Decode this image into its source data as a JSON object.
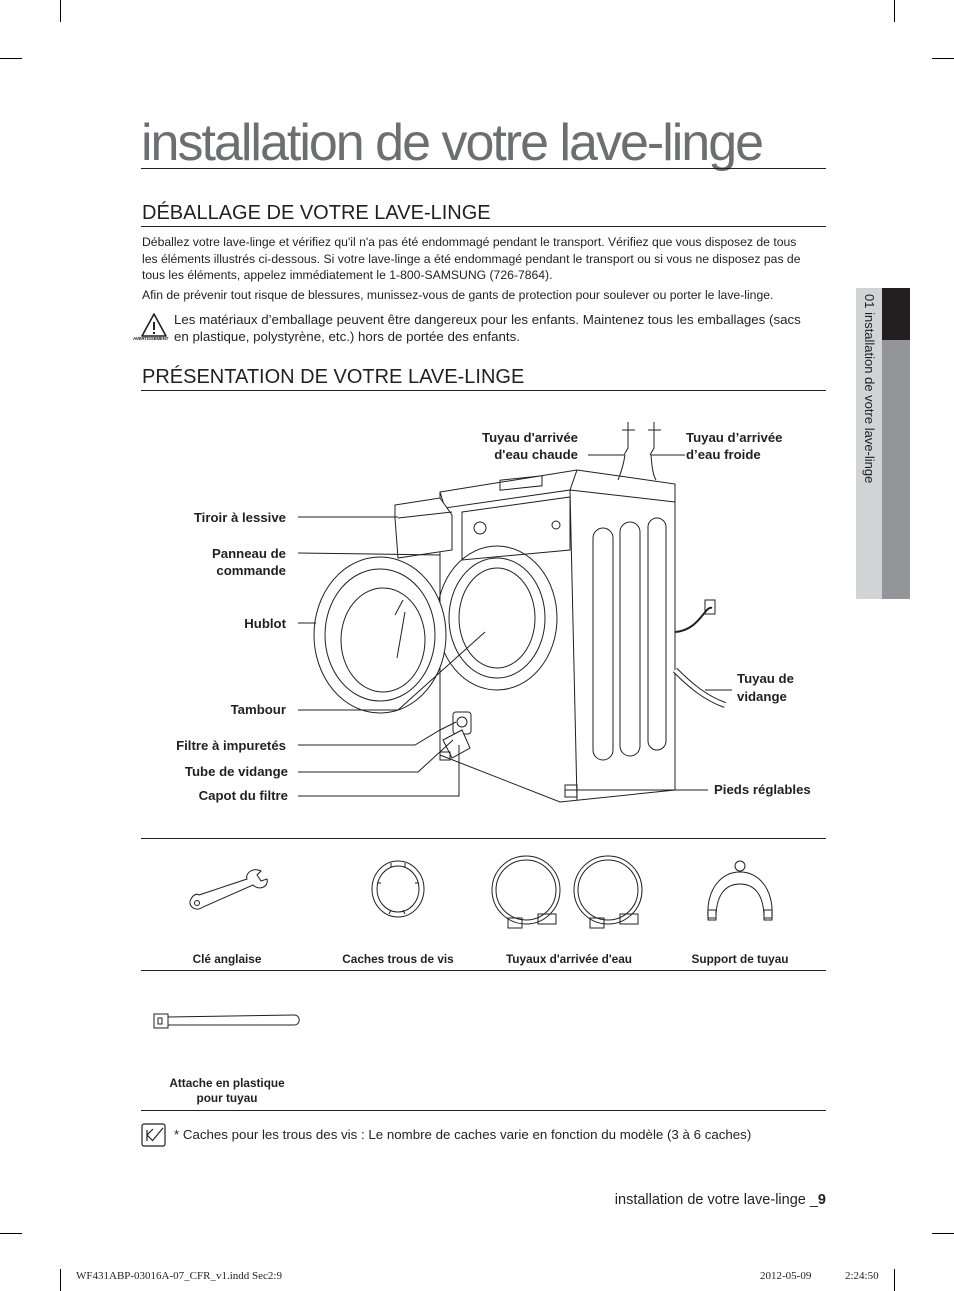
{
  "page_title": "installation de votre lave-linge",
  "side_tab": "01 installation de votre lave-linge",
  "section1": {
    "heading": "DÉBALLAGE DE VOTRE LAVE-LINGE",
    "para1": "Déballez votre lave-linge et vérifiez qu'il n'a pas été endommagé pendant le transport. Vérifiez que vous disposez de tous les éléments illustrés ci-dessous. Si votre lave-linge a été endommagé pendant le transport ou si vous ne disposez pas de tous les éléments, appelez immédiatement le 1-800-SAMSUNG (726-7864).",
    "para2": "Afin de prévenir tout risque de blessures, munissez-vous de gants de protection pour soulever ou porter le lave-linge.",
    "warning_icon_label": "AVERTISSEMENT",
    "warning_text": "Les matériaux d’emballage peuvent être dangereux pour les enfants. Maintenez tous les emballages (sacs en plastique, polystyrène, etc.) hors de portée des enfants."
  },
  "section2": {
    "heading": "PRÉSENTATION DE VOTRE LAVE-LINGE"
  },
  "diagram_labels": {
    "hot_hose_1": "Tuyau d'arrivée",
    "hot_hose_2": "d'eau chaude",
    "cold_hose_1": "Tuyau d’arrivée",
    "cold_hose_2": "d’eau froide",
    "drawer": "Tiroir à lessive",
    "panel_1": "Panneau de",
    "panel_2": "commande",
    "door": "Hublot",
    "drum": "Tambour",
    "filter": "Filtre à impuretés",
    "drain_tube": "Tube de vidange",
    "filter_cap": "Capot du filtre",
    "drain_hose_1": "Tuyau de",
    "drain_hose_2": "vidange",
    "feet": "Pieds réglables"
  },
  "accessories": [
    {
      "label": "Clé anglaise",
      "icon": "wrench-icon"
    },
    {
      "label": "Caches trous de vis",
      "icon": "hole-cap-icon"
    },
    {
      "label": "Tuyaux d'arrivée d'eau",
      "icon": "water-hose-icon"
    },
    {
      "label": "Support de tuyau",
      "icon": "hose-guide-icon"
    },
    {
      "label_1": "Attache en plastique",
      "label_2": "pour tuyau",
      "icon": "cable-tie-icon"
    }
  ],
  "note_text": "* Caches pour les trous des vis : Le nombre de caches varie en fonction du modèle (3 à 6 caches)",
  "footer": {
    "running_title": "installation de votre lave-linge _",
    "page_number": "9"
  },
  "slug": {
    "file": "WF431ABP-03016A-07_CFR_v1.indd   Sec2:9",
    "date": "2012-05-09",
    "time": "2:24:50"
  }
}
